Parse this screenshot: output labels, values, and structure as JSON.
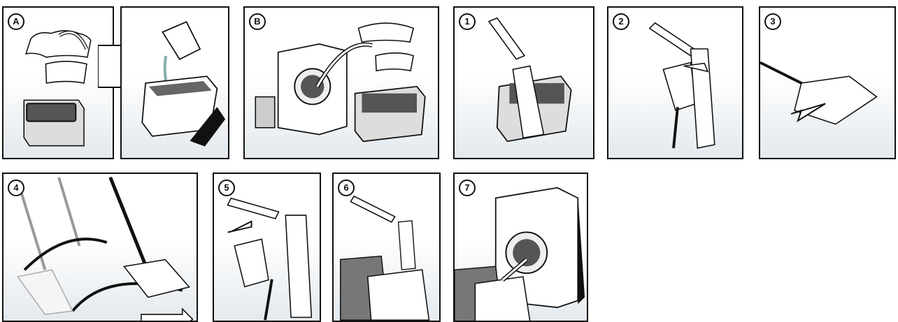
{
  "steps": [
    {
      "id": "A",
      "label": "A"
    },
    {
      "id": "B",
      "label": "B"
    },
    {
      "id": "1",
      "label": "1"
    },
    {
      "id": "2",
      "label": "2"
    },
    {
      "id": "3",
      "label": "3"
    },
    {
      "id": "4",
      "label": "4"
    },
    {
      "id": "5",
      "label": "5"
    },
    {
      "id": "6",
      "label": "6"
    },
    {
      "id": "7",
      "label": "7"
    }
  ],
  "colors": {
    "ink": "#111111",
    "shade": "#e3e9ee",
    "mop": "#ffffff",
    "dark": "#222222"
  }
}
